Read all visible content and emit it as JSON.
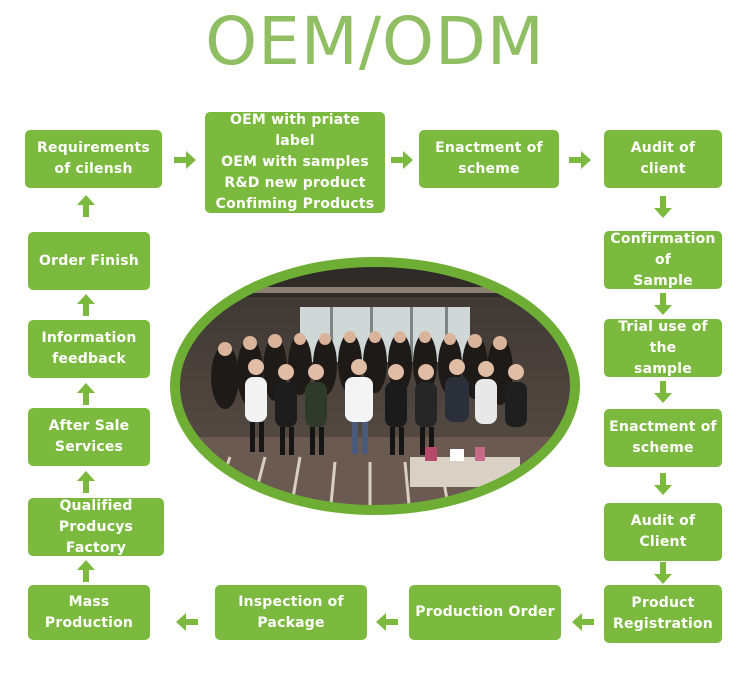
{
  "title": "OEM/ODM",
  "accent_color": "#7cba3f",
  "title_color": "#8fbf62",
  "steps": {
    "requirements": "Requirements\nof cilensh",
    "oem_options": "OEM with priate label\nOEM with samples\nR&D new product\nConfiming Products",
    "enactment_top": "Enactment of\nscheme",
    "audit_client": "Audit of client",
    "confirmation_sample": "Confirmation of\nSample",
    "trial_use": "Trial use of the\nsample",
    "enactment_right": "Enactment of\nscheme",
    "audit_client_2": "Audit of Client",
    "product_registration": "Product\nRegistration",
    "production_order": "Production Order",
    "inspection_package": "Inspection of\nPackage",
    "mass_production": "Mass\nProduction",
    "qualified_factory": "Qualified\nProducys Factory",
    "after_sale": "After Sale\nServices",
    "information_feedback": "Information\nfeedback",
    "order_finish": "Order Finish"
  },
  "photo": {
    "subject": "group-photo",
    "shape": "ellipse"
  }
}
